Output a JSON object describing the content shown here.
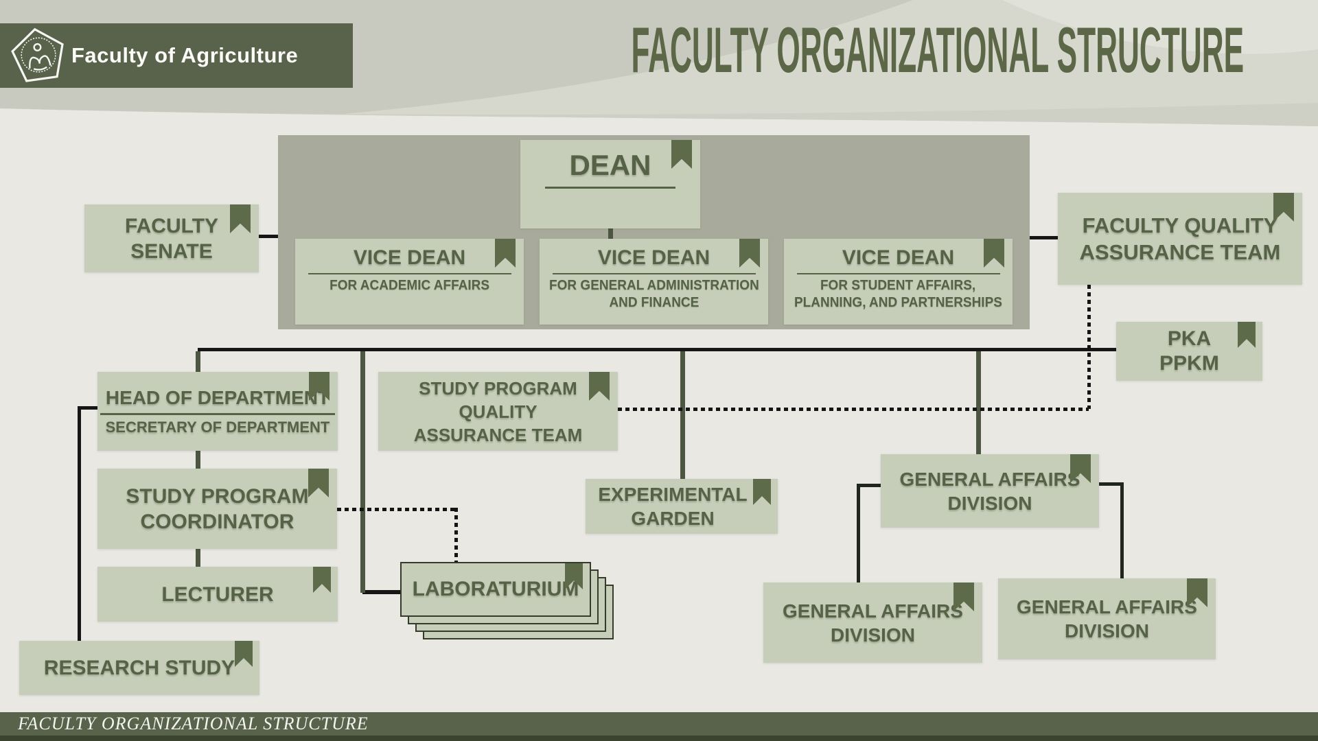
{
  "header": {
    "logo_text": "Faculty of Agriculture",
    "title": "FACULTY ORGANIZATIONAL STRUCTURE"
  },
  "footer": {
    "title": "FACULTY ORGANIZATIONAL STRUCTURE"
  },
  "colors": {
    "page_bg": "#e9e8e3",
    "bar": "#59624a",
    "title": "#5c6747",
    "accent": "#5d6b4a",
    "box_fill": "#c6cdb9",
    "ink": "#566246"
  },
  "nodes": {
    "dean": {
      "title": "DEAN"
    },
    "vice_dean_academic": {
      "title": "VICE DEAN",
      "subtitle": "FOR ACADEMIC AFFAIRS"
    },
    "vice_dean_admin": {
      "title": "VICE DEAN",
      "subtitle_line1": "FOR GENERAL ADMINISTRATION",
      "subtitle_line2": "AND FINANCE"
    },
    "vice_dean_student": {
      "title": "VICE DEAN",
      "subtitle_line1": "FOR STUDENT AFFAIRS,",
      "subtitle_line2": "PLANNING, AND PARTNERSHIPS"
    },
    "faculty_senate": {
      "line1": "FACULTY",
      "line2": "SENATE"
    },
    "faculty_quality_assurance": {
      "line1": "FACULTY QUALITY",
      "line2": "ASSURANCE TEAM"
    },
    "pka_ppkm": {
      "line1": "PKA",
      "line2": "PPKM"
    },
    "head_of_department": {
      "title": "HEAD OF DEPARTMENT",
      "subtitle": "SECRETARY OF DEPARTMENT"
    },
    "study_program_quality": {
      "line1": "STUDY PROGRAM QUALITY",
      "line2": "ASSURANCE TEAM"
    },
    "study_program_coordinator": {
      "line1": "STUDY PROGRAM",
      "line2": "COORDINATOR"
    },
    "lecturer": {
      "title": "LECTURER"
    },
    "research_study": {
      "title": "RESEARCH STUDY"
    },
    "laboratorium": {
      "title": "LABORATURIUM"
    },
    "experimental_garden": {
      "line1": "EXPERIMENTAL",
      "line2": "GARDEN"
    },
    "general_affairs_division": {
      "line1": "GENERAL AFFAIRS",
      "line2": "DIVISION"
    },
    "general_affairs_division_left": {
      "line1": "GENERAL AFFAIRS",
      "line2": "DIVISION"
    },
    "general_affairs_division_right": {
      "line1": "GENERAL AFFAIRS",
      "line2": "DIVISION"
    }
  }
}
